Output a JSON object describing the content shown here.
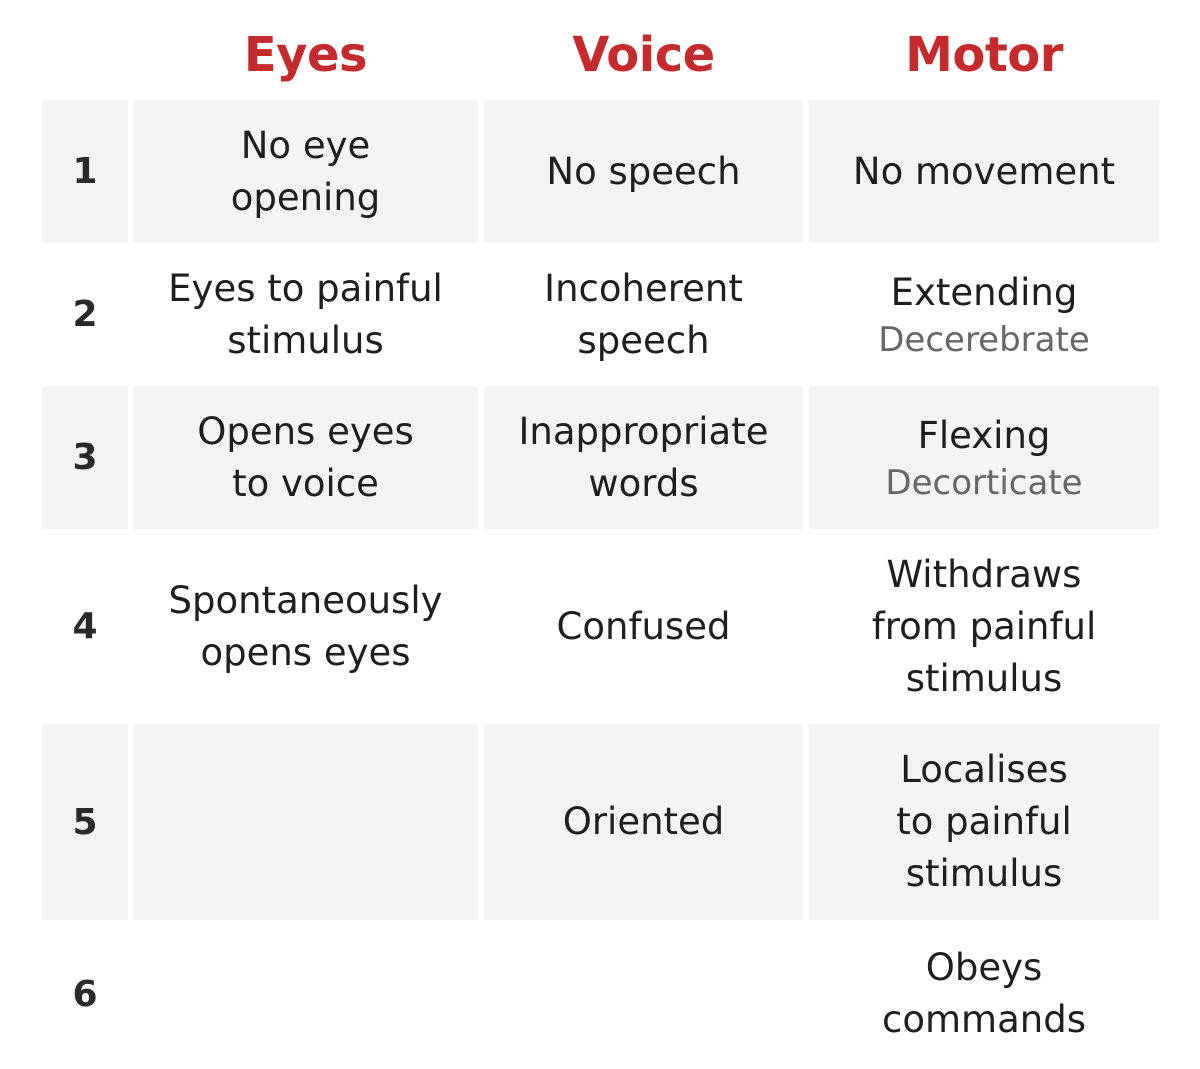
{
  "columns": {
    "eyes": "Eyes",
    "voice": "Voice",
    "motor": "Motor"
  },
  "colors": {
    "header_red": "#c62a2c",
    "shaded_cell": "#f3f3f3",
    "subtitle_gray": "#666666"
  },
  "rows": [
    {
      "score": "1",
      "eyes": "No eye\nopening",
      "voice": "No speech",
      "motor": "No movement",
      "motor_sub": ""
    },
    {
      "score": "2",
      "eyes": "Eyes to painful\nstimulus",
      "voice": "Incoherent\nspeech",
      "motor": "Extending",
      "motor_sub": "Decerebrate"
    },
    {
      "score": "3",
      "eyes": "Opens eyes\nto voice",
      "voice": "Inappropriate\nwords",
      "motor": "Flexing",
      "motor_sub": "Decorticate"
    },
    {
      "score": "4",
      "eyes": "Spontaneously\nopens eyes",
      "voice": "Confused",
      "motor": "Withdraws\nfrom painful\nstimulus",
      "motor_sub": ""
    },
    {
      "score": "5",
      "eyes": "",
      "voice": "Oriented",
      "motor": "Localises\nto painful\nstimulus",
      "motor_sub": ""
    },
    {
      "score": "6",
      "eyes": "",
      "voice": "",
      "motor": "Obeys\ncommands",
      "motor_sub": ""
    }
  ]
}
